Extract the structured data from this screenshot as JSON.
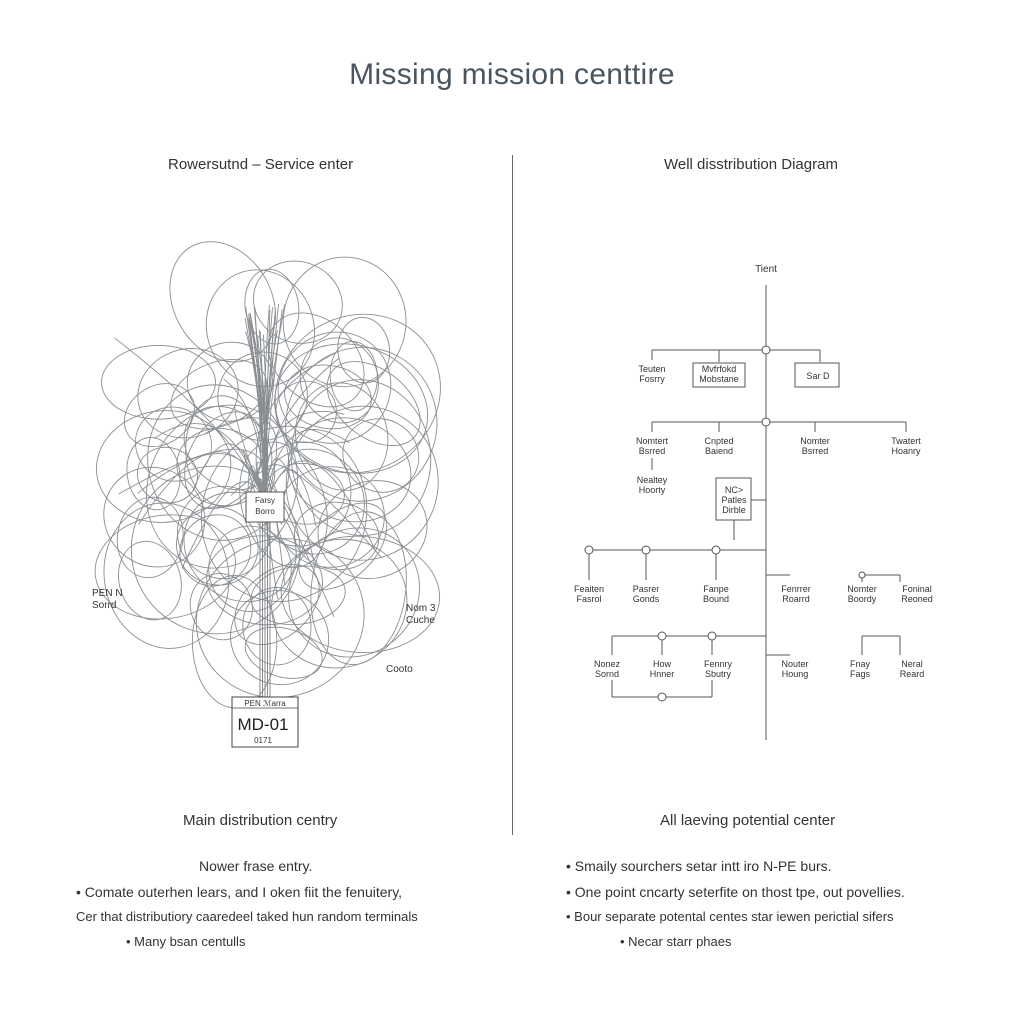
{
  "title": "Missing mission centtire",
  "left": {
    "heading": "Rowersutnd – Service enter",
    "hub_label": [
      "Farsy",
      "Borro"
    ],
    "side_left_label": [
      "PEN N",
      "Sorrd"
    ],
    "side_right_label": [
      "Nom 3",
      "Cuche"
    ],
    "side_right_label2": "Cooto",
    "meter_top": "PEN ℳarra",
    "meter_main": "MD-01",
    "meter_sub": "0171",
    "caption": "Main distribution centry",
    "notes": [
      "Nower frase entry.",
      "• Comate outerhen lears, and I oken fiit the fenuitery,",
      "Cer that distributiory caaredeel taked hun random terminals",
      "• Many bsan centulls"
    ]
  },
  "right": {
    "heading": "Well disstribution Diagram",
    "root": "Tient",
    "row1": [
      [
        "Teuten",
        "Fosrry"
      ],
      [
        "Mvfrfokd",
        "Mobstane"
      ],
      [
        "Sar D"
      ]
    ],
    "row2": [
      [
        "Nomtert",
        "Bsrred"
      ],
      [
        "Cnpted",
        "Baiend"
      ],
      [
        "Nomter",
        "Bsrred"
      ],
      [
        "Twatert",
        "Hoanry"
      ]
    ],
    "sub2": [
      "Nealtey",
      "Hoorty"
    ],
    "mid_box": [
      "NC>",
      "Patles",
      "Dirble"
    ],
    "row3": [
      [
        "Feaiten",
        "Fasrol"
      ],
      [
        "Pasrer",
        "Gonds"
      ],
      [
        "Fanpe",
        "Bound"
      ],
      [
        "Fenrrer",
        "Roarrd"
      ],
      [
        "Nomter",
        "Boordy"
      ],
      [
        "Foninal",
        "Reoned"
      ]
    ],
    "row4": [
      [
        "Nonez",
        "Sornd"
      ],
      [
        "How",
        "Hnner"
      ],
      [
        "Fennry",
        "Sbutry"
      ],
      [
        "Nouter",
        "Houng"
      ],
      [
        "Fnay",
        "Fags"
      ],
      [
        "Neral",
        "Reard"
      ]
    ],
    "caption": "All laeving potential center",
    "notes": [
      "• Smaily sourchers setar intt iro N-PE burs.",
      "• One point cncarty seterfite on thost tpe, out povellies.",
      "• Bour separate potental centes star iewen perictial sifers",
      "• Necar starr phaes"
    ]
  }
}
